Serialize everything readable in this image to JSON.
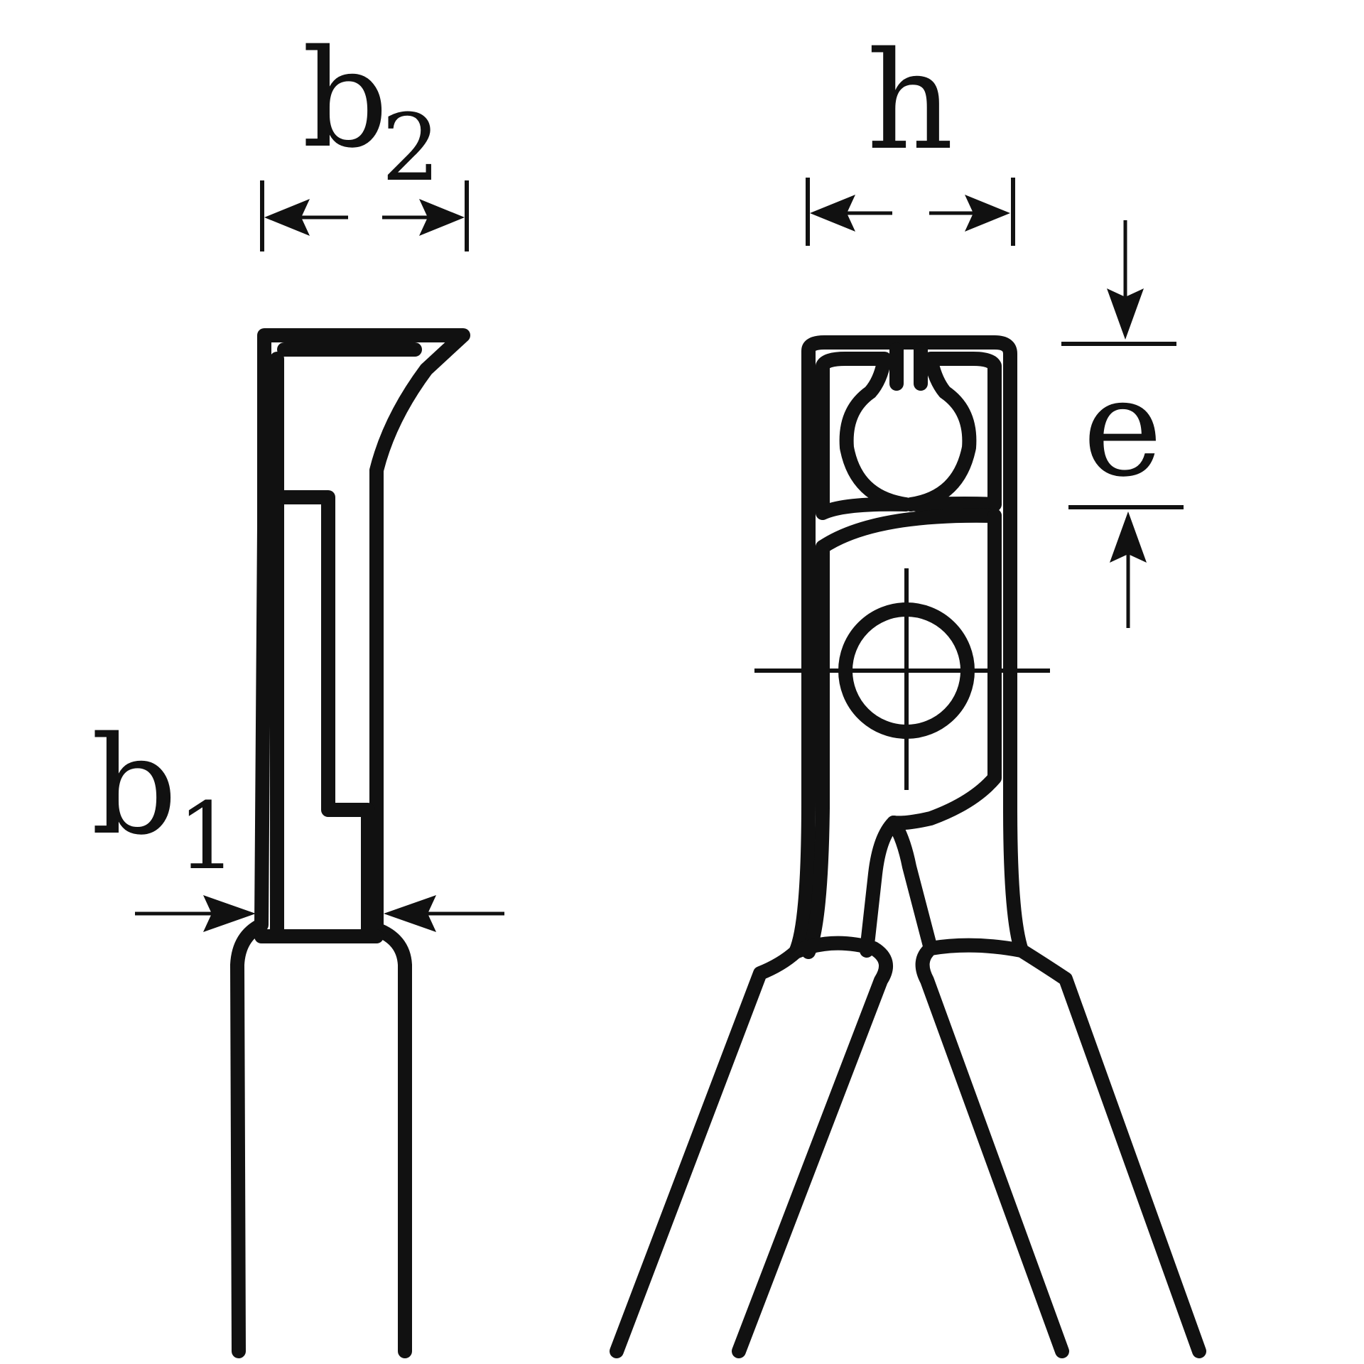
{
  "labels": {
    "b2_main": "b",
    "b2_sub": "2",
    "b1_main": "b",
    "b1_sub": "1",
    "h": "h",
    "e": "e"
  },
  "colors": {
    "ink": "#111111",
    "background": "#ffffff"
  }
}
